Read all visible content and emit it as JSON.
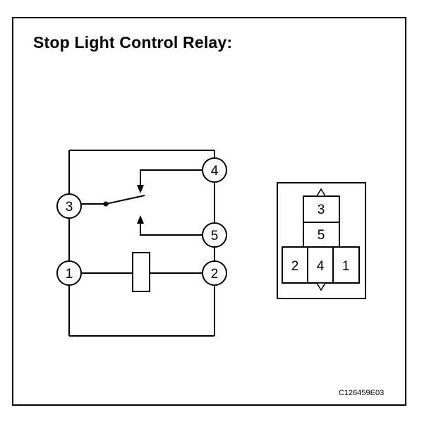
{
  "title": "Stop Light Control Relay:",
  "figure_code": "C126459E03",
  "schematic": {
    "terminals": [
      {
        "id": "t3",
        "label": "3"
      },
      {
        "id": "t4",
        "label": "4"
      },
      {
        "id": "t5",
        "label": "5"
      },
      {
        "id": "t1",
        "label": "1"
      },
      {
        "id": "t2",
        "label": "2"
      }
    ]
  },
  "connector": {
    "cells": [
      {
        "id": "c3",
        "label": "3"
      },
      {
        "id": "c5",
        "label": "5"
      },
      {
        "id": "c2",
        "label": "2"
      },
      {
        "id": "c4",
        "label": "4"
      },
      {
        "id": "c1",
        "label": "1"
      }
    ]
  }
}
